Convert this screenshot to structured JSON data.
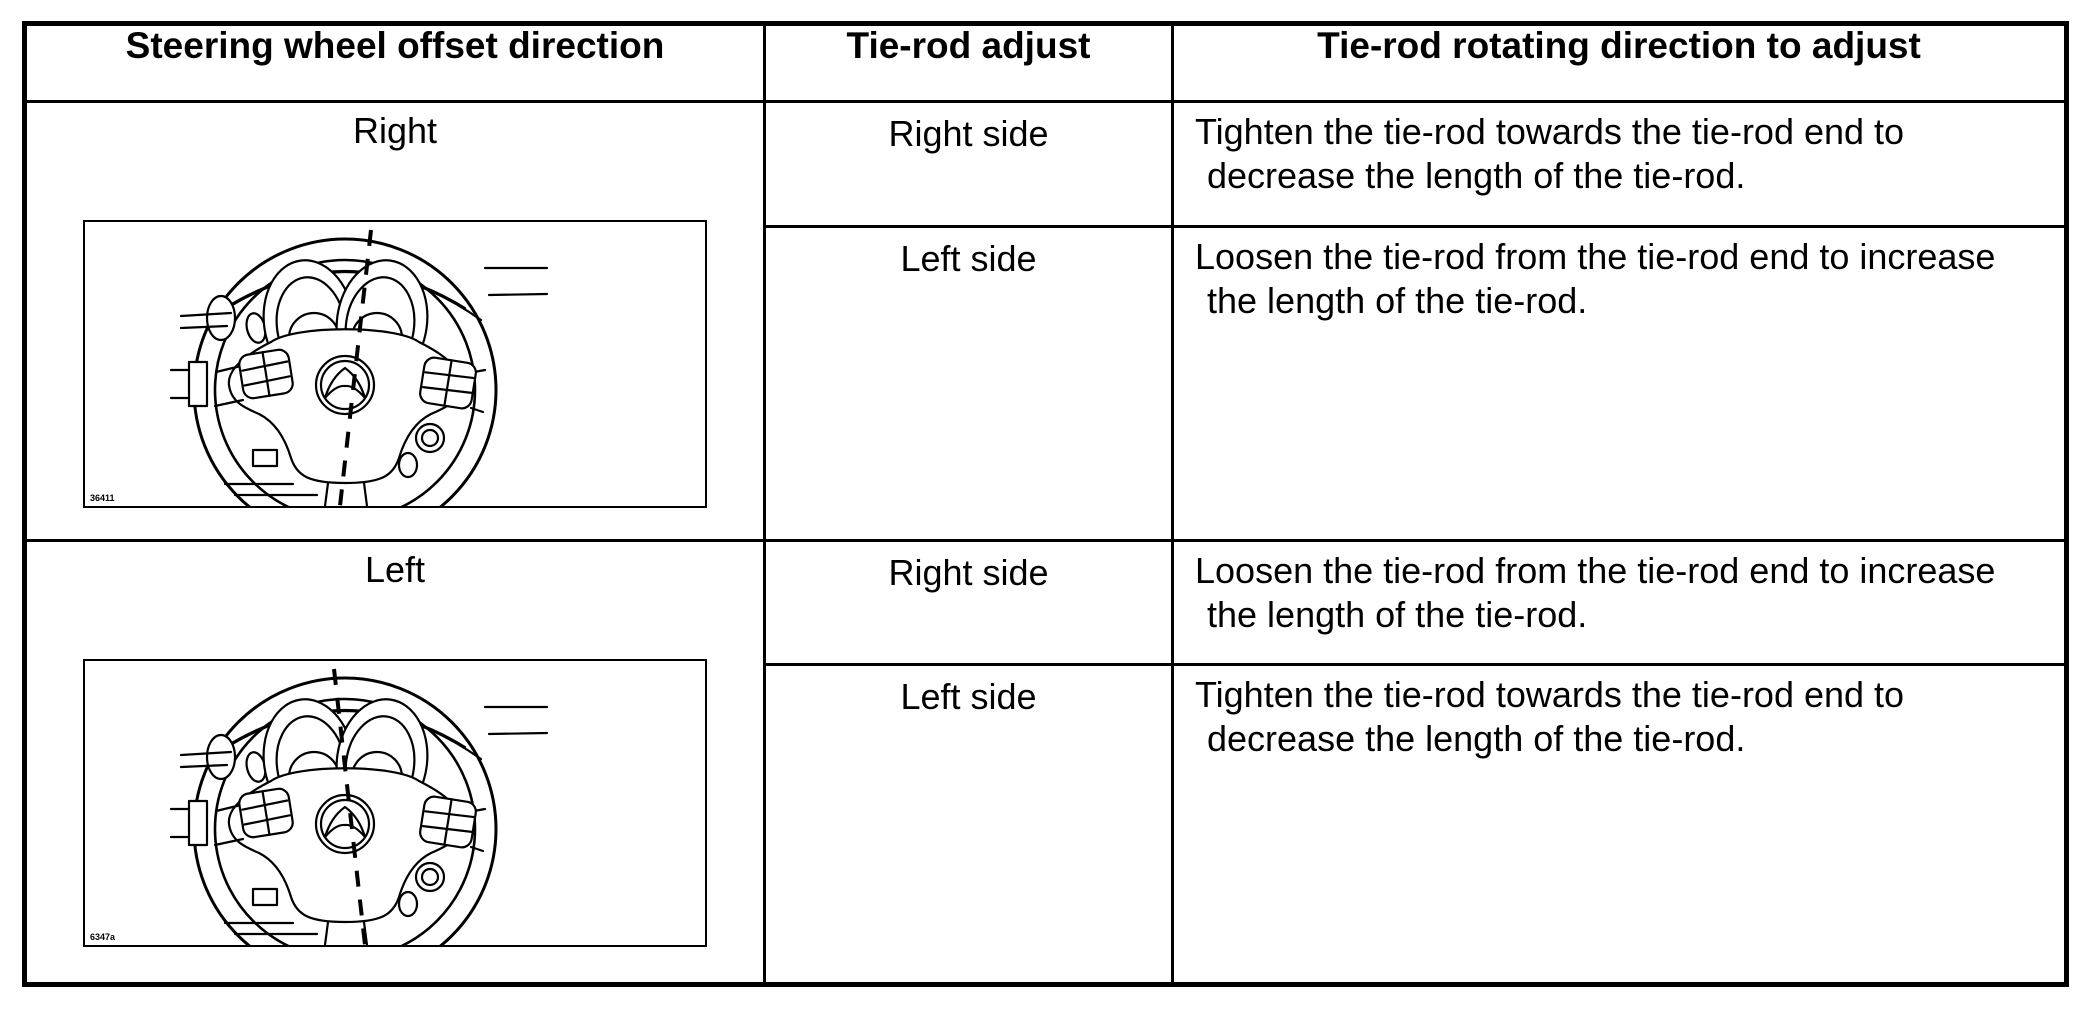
{
  "colors": {
    "ink": "#000000",
    "paper": "#ffffff"
  },
  "header": {
    "col1": "Steering wheel offset direction",
    "col2": "Tie-rod adjust",
    "col3": "Tie-rod rotating direction to adjust"
  },
  "rows": [
    {
      "offset_direction": "Right",
      "wheel_tilt": "right",
      "figure_code": "36411",
      "adjustments": [
        {
          "side": "Right side",
          "action": "Tighten the tie-rod towards the tie-rod end to decrease the length of the tie-rod."
        },
        {
          "side": "Left side",
          "action": "Loosen the tie-rod from the tie-rod end to increase the length of the tie-rod."
        }
      ]
    },
    {
      "offset_direction": "Left",
      "wheel_tilt": "left",
      "figure_code": "6347a",
      "adjustments": [
        {
          "side": "Right side",
          "action": "Loosen the tie-rod from the tie-rod end to increase the length of the tie-rod."
        },
        {
          "side": "Left side",
          "action": "Tighten the tie-rod towards the tie-rod end to decrease the length of the tie-rod."
        }
      ]
    }
  ]
}
